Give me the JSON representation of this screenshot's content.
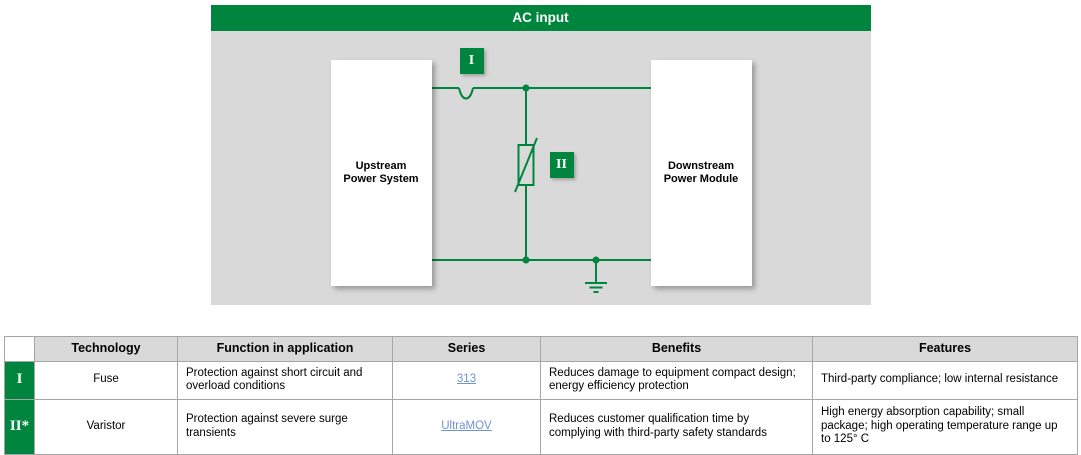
{
  "diagram": {
    "title": "AC input",
    "upstream_label": "Upstream\nPower System",
    "downstream_label": "Downstream\nPower Module",
    "badge_fuse": "I",
    "badge_varistor": "II"
  },
  "table": {
    "headers": [
      "",
      "Technology",
      "Function in application",
      "Series",
      "Benefits",
      "Features"
    ],
    "rows": [
      {
        "badge": "I",
        "technology": "Fuse",
        "function": "Protection against short circuit and overload conditions",
        "series": "313",
        "benefits": "Reduces damage to equipment compact design; energy efficiency protection",
        "features": "Third-party compliance; low internal resistance"
      },
      {
        "badge": "II*",
        "technology": "Varistor",
        "function": "Protection against severe surge transients",
        "series": "UltraMOV",
        "benefits": "Reduces customer qualification time by complying with third-party safety standards",
        "features": "High energy absorption capability; small package; high operating temperature range up to 125° C"
      }
    ]
  },
  "colors": {
    "brand_green": "#00853e",
    "link_blue": "#6f94cf",
    "panel_gray": "#d9d9d9"
  }
}
